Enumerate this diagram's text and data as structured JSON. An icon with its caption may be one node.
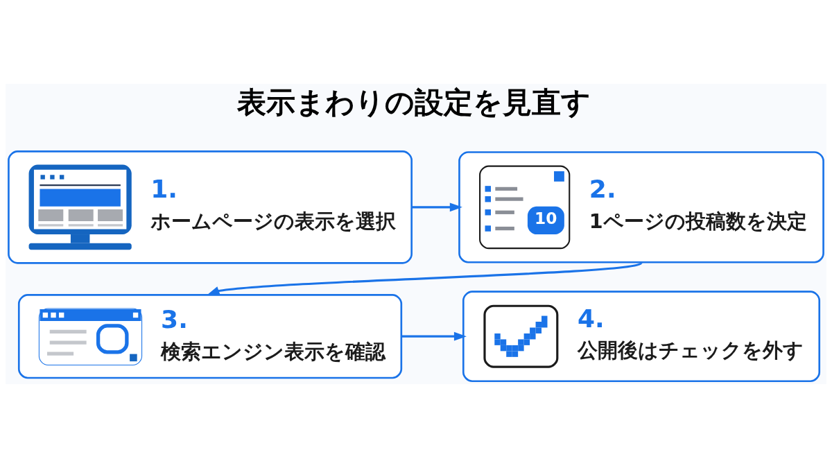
{
  "diagram": {
    "title": "表示まわりの設定を見直す",
    "nodes": [
      {
        "text": [
          "1.",
          "ホームページの表示を選択"
        ]
      },
      {
        "text": [
          "10",
          "2.",
          "1ページの投稿数を決定"
        ]
      },
      {
        "text": [
          "3.",
          "検索エンジン表示を確認"
        ]
      },
      {
        "text": [
          "4.",
          "公開後はチェックを外す"
        ]
      }
    ],
    "edges": [
      {
        "from": 0,
        "to": 1,
        "arrow": "to"
      },
      {
        "from": 1,
        "to": 2,
        "arrow": "to"
      },
      {
        "from": 2,
        "to": 3,
        "arrow": "to"
      }
    ]
  }
}
